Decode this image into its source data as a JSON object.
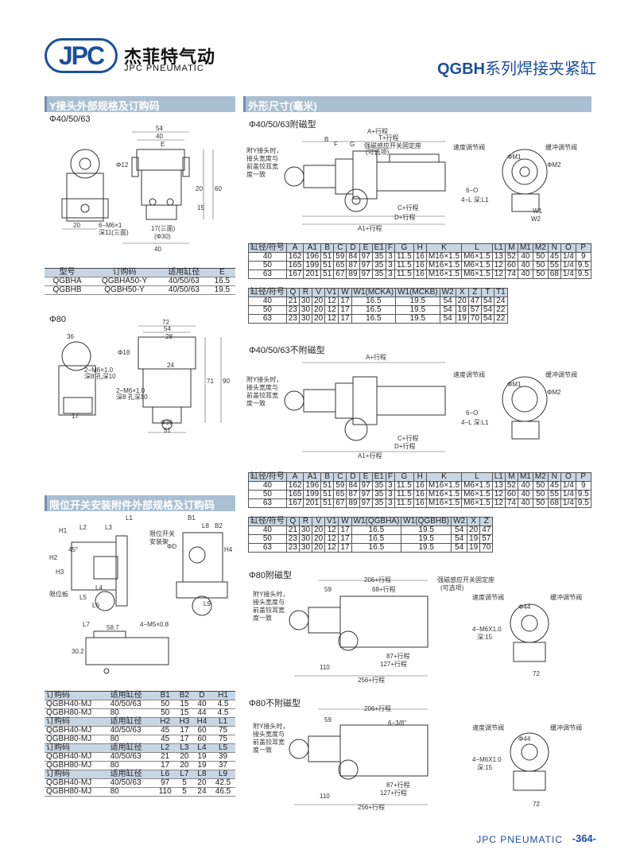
{
  "header": {
    "logo": "JPC",
    "brand_cn": "杰菲特气动",
    "brand_en": "JPC PNEUMATIC",
    "series_prefix": "QGBH",
    "series_suffix": "系列焊接夹紧缸"
  },
  "sections": {
    "y_joint": "Y接头外部规格及订购码",
    "dimensions": "外形尺寸(毫米)",
    "limit_switch": "限位开关安装附件外部规格及订购码"
  },
  "labels": {
    "y_phi_40": "Φ40/50/63",
    "y_phi_80": "Φ80",
    "dim_mag": "Φ40/50/63附磁型",
    "dim_nomag": "Φ40/50/63不附磁型",
    "dim_80_mag": "Φ80附磁型",
    "dim_80_nomag": "Φ80不附磁型",
    "y_note": "附Y接头时，接头宽度与前盖铰耳宽度一致",
    "speed_valve": "速度调节阀",
    "buffer_valve": "缓冲调节阀",
    "magnet_sensor": "强磁感应开关固定座(可选项)",
    "limit_plate": "限位板",
    "limit_bracket": "限位开关安装架"
  },
  "y_table": {
    "headers": [
      "型号",
      "订购码",
      "适用缸径",
      "E"
    ],
    "rows": [
      [
        "QGBHA",
        "QGBHA50-Y",
        "40/50/63",
        "16.5"
      ],
      [
        "QGBHB",
        "QGBH50-Y",
        "40/50/63",
        "19.5"
      ]
    ]
  },
  "dim_table_1a": {
    "headers": [
      "缸径/符号",
      "A",
      "A1",
      "B",
      "C",
      "D",
      "E",
      "E1",
      "F",
      "G",
      "H",
      "K",
      "L",
      "L1",
      "M",
      "M1",
      "M2",
      "N",
      "O",
      "P"
    ],
    "rows": [
      [
        "40",
        "162",
        "196",
        "51",
        "59",
        "84",
        "97",
        "35",
        "3",
        "11.5",
        "16",
        "M16×1.5",
        "M6×1.5",
        "13",
        "52",
        "40",
        "50",
        "45",
        "1/4",
        "9"
      ],
      [
        "50",
        "165",
        "199",
        "51",
        "65",
        "87",
        "97",
        "35",
        "3",
        "11.5",
        "16",
        "M16×1.5",
        "M6×1.5",
        "12",
        "60",
        "40",
        "50",
        "55",
        "1/4",
        "9.5"
      ],
      [
        "63",
        "167",
        "201",
        "51",
        "67",
        "89",
        "97",
        "35",
        "3",
        "11.5",
        "16",
        "M16×1.5",
        "M6×1.5",
        "12",
        "74",
        "40",
        "50",
        "68",
        "1/4",
        "9.5"
      ]
    ]
  },
  "dim_table_1b": {
    "headers": [
      "缸径/符号",
      "Q",
      "R",
      "V",
      "V1",
      "W",
      "W1(MCKA)",
      "W1(MCKB)",
      "W2",
      "X",
      "Z",
      "T",
      "T1"
    ],
    "rows": [
      [
        "40",
        "21",
        "30",
        "20",
        "12",
        "17",
        "16.5",
        "19.5",
        "54",
        "20",
        "47",
        "54",
        "24"
      ],
      [
        "50",
        "23",
        "30",
        "20",
        "12",
        "17",
        "16.5",
        "19.5",
        "54",
        "19",
        "57",
        "54",
        "22"
      ],
      [
        "63",
        "23",
        "30",
        "20",
        "12",
        "17",
        "16.5",
        "19.5",
        "54",
        "19",
        "70",
        "54",
        "22"
      ]
    ]
  },
  "dim_table_2a": {
    "headers": [
      "缸径/符号",
      "A",
      "A1",
      "B",
      "C",
      "D",
      "E",
      "E1",
      "F",
      "G",
      "H",
      "K",
      "L",
      "L1",
      "M",
      "M1",
      "M2",
      "N",
      "O",
      "P"
    ],
    "rows": [
      [
        "40",
        "162",
        "196",
        "51",
        "59",
        "84",
        "97",
        "35",
        "3",
        "11.5",
        "16",
        "M16×1.5",
        "M6×1.5",
        "13",
        "52",
        "40",
        "50",
        "45",
        "1/4",
        "9"
      ],
      [
        "50",
        "165",
        "199",
        "51",
        "65",
        "87",
        "97",
        "35",
        "3",
        "11.5",
        "16",
        "M16×1.5",
        "M6×1.5",
        "12",
        "60",
        "40",
        "50",
        "55",
        "1/4",
        "9.5"
      ],
      [
        "63",
        "167",
        "201",
        "51",
        "67",
        "89",
        "97",
        "35",
        "3",
        "11.5",
        "16",
        "M16×1.5",
        "M6×1.5",
        "12",
        "74",
        "40",
        "50",
        "68",
        "1/4",
        "9.5"
      ]
    ]
  },
  "dim_table_2b": {
    "headers": [
      "缸径/符号",
      "Q",
      "R",
      "V",
      "V1",
      "W",
      "W1(QGBHA)",
      "W1(QGBHB)",
      "W2",
      "X",
      "Z"
    ],
    "rows": [
      [
        "40",
        "21",
        "30",
        "20",
        "12",
        "17",
        "16.5",
        "19.5",
        "54",
        "20",
        "47"
      ],
      [
        "50",
        "23",
        "30",
        "20",
        "12",
        "17",
        "16.5",
        "19.5",
        "54",
        "19",
        "57"
      ],
      [
        "63",
        "23",
        "30",
        "20",
        "12",
        "17",
        "16.5",
        "19.5",
        "54",
        "19",
        "70"
      ]
    ]
  },
  "limit_tables": [
    {
      "headers": [
        "订购码",
        "适用缸径",
        "B1",
        "B2",
        "D",
        "H1"
      ],
      "rows": [
        [
          "QGBH40-MJ",
          "40/50/63",
          "50",
          "15",
          "40",
          "4.5"
        ],
        [
          "QGBH80-MJ",
          "80",
          "50",
          "15",
          "44",
          "4.5"
        ]
      ]
    },
    {
      "headers": [
        "订购码",
        "适用缸径",
        "H2",
        "H3",
        "H4",
        "L1"
      ],
      "rows": [
        [
          "QGBH40-MJ",
          "40/50/63",
          "45",
          "17",
          "60",
          "75"
        ],
        [
          "QGBH80-MJ",
          "80",
          "45",
          "17",
          "60",
          "75"
        ]
      ]
    },
    {
      "headers": [
        "订购码",
        "适用缸径",
        "L2",
        "L3",
        "L4",
        "L5"
      ],
      "rows": [
        [
          "QGBH40-MJ",
          "40/50/63",
          "21",
          "20",
          "19",
          "39"
        ],
        [
          "QGBH80-MJ",
          "80",
          "17",
          "20",
          "19",
          "37"
        ]
      ]
    },
    {
      "headers": [
        "订购码",
        "适用缸径",
        "L6",
        "L7",
        "L8",
        "L9"
      ],
      "rows": [
        [
          "QGBH40-MJ",
          "40/50/63",
          "97",
          "5",
          "20",
          "42.5"
        ],
        [
          "QGBH80-MJ",
          "80",
          "110",
          "5",
          "24",
          "46.5"
        ]
      ]
    }
  ],
  "footer": {
    "brand": "JPC PNEUMATIC",
    "page": "-364-"
  },
  "colors": {
    "brand_blue": "#1b4f9c",
    "section_bar": "#a9bfd2",
    "table_head": "#c8d6e3"
  }
}
